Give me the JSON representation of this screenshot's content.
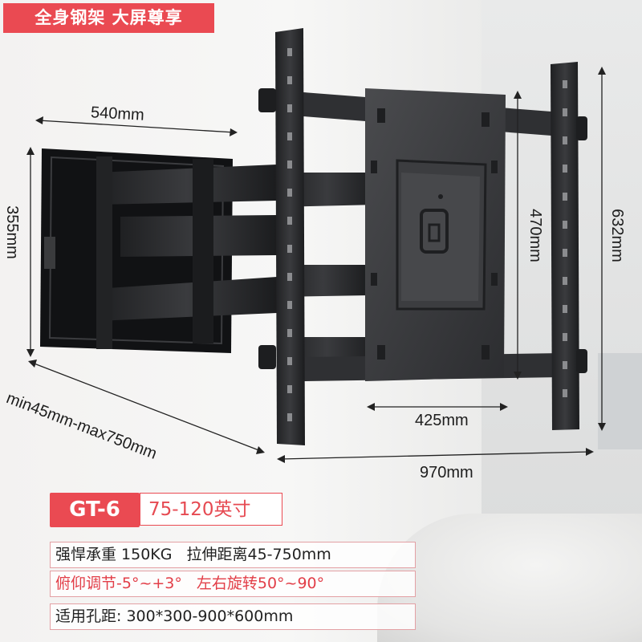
{
  "banner": {
    "text": "全身钢架  大屏尊享"
  },
  "dimensions": {
    "arm_width": "540mm",
    "arm_height": "355mm",
    "extension": "min45mm-max750mm",
    "inner_height": "470mm",
    "outer_height": "632mm",
    "inner_width": "425mm",
    "outer_width": "970mm"
  },
  "model": {
    "name": "GT-6",
    "size_range": "75-120英寸"
  },
  "specs": {
    "load": "强悍承重 150KG",
    "stretch": "拉伸距离45-750mm",
    "tilt": "俯仰调节-5°~+3°",
    "swivel": "左右旋转50°~90°",
    "vesa": "适用孔距:  300*300-900*600mm"
  },
  "colors": {
    "accent": "#ea4a52",
    "metal": "#2b2c2e"
  }
}
